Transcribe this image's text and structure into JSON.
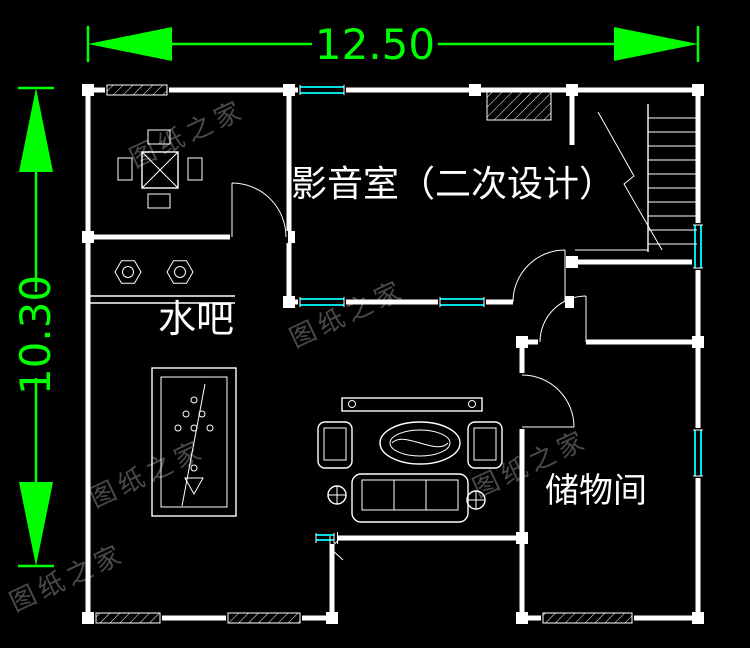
{
  "colors": {
    "background": "#000000",
    "wall": "#ffffff",
    "window": "#00ffff",
    "dimension": "#00ff00",
    "watermark": "#4a4a4a",
    "label": "#ffffff"
  },
  "dimensions": {
    "width_label": "12.50",
    "height_label": "10.30"
  },
  "rooms": {
    "media_room_label": "影音室（二次设计）",
    "water_bar_label": "水吧",
    "storage_room_label": "储物间"
  },
  "watermark": {
    "text": "图纸之家"
  }
}
